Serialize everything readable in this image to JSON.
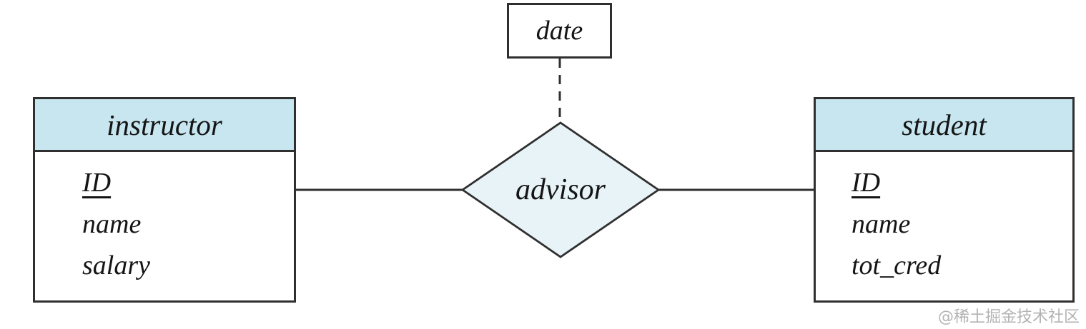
{
  "diagram_type": "er-diagram",
  "relationship": {
    "label": "advisor"
  },
  "descriptive_attribute": {
    "label": "date"
  },
  "entities": {
    "instructor": {
      "title": "instructor",
      "attributes": [
        {
          "label": "ID",
          "primary_key": true
        },
        {
          "label": "name",
          "primary_key": false
        },
        {
          "label": "salary",
          "primary_key": false
        }
      ]
    },
    "student": {
      "title": "student",
      "attributes": [
        {
          "label": "ID",
          "primary_key": true
        },
        {
          "label": "name",
          "primary_key": false
        },
        {
          "label": "tot_cred",
          "primary_key": false
        }
      ]
    }
  },
  "watermark": "@稀土掘金技术社区",
  "colors": {
    "header_fill": "#c7e6f0",
    "diamond_fill": "#e8f3f8",
    "line": "#2f2f2f",
    "watermark": "#b3b3b3"
  }
}
